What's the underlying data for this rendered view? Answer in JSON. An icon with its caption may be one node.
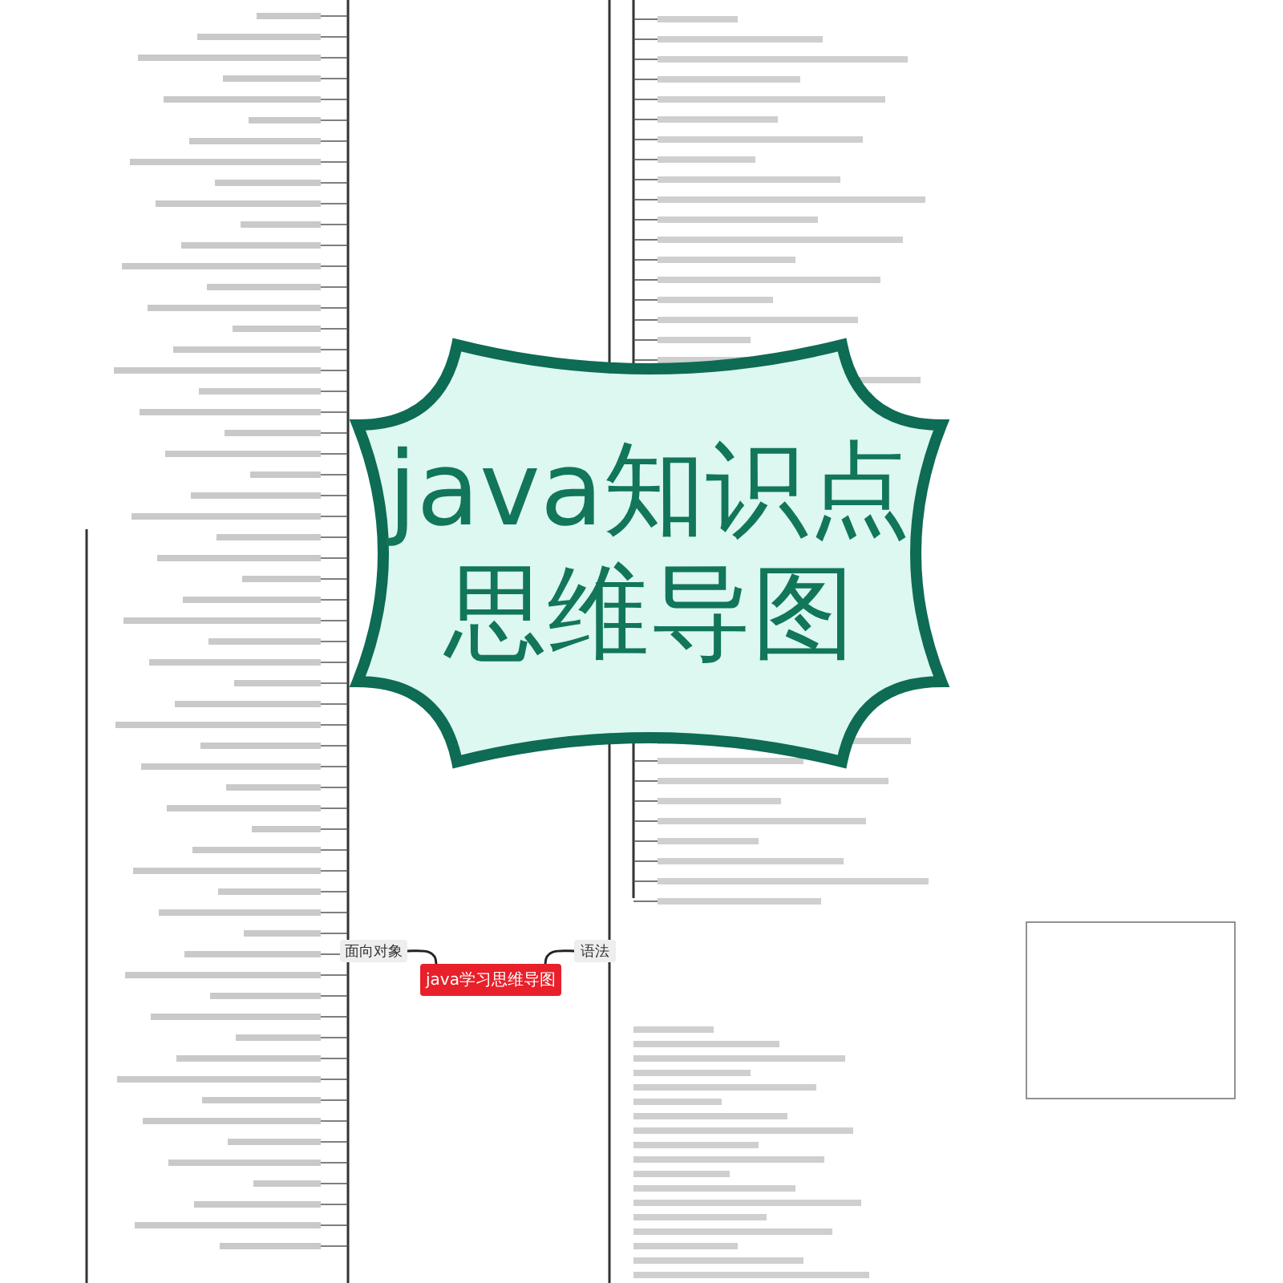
{
  "diagram": {
    "nodes": [
      {
        "text": [
          "java知识点思维导图"
        ]
      },
      {
        "text": [
          "java学习思维导图"
        ]
      },
      {
        "text": [
          "面向对象"
        ]
      },
      {
        "text": [
          "语法"
        ]
      }
    ],
    "edges": [
      {
        "from": 1,
        "to": 2,
        "arrow": "none"
      },
      {
        "from": 1,
        "to": 3,
        "arrow": "none"
      }
    ]
  }
}
